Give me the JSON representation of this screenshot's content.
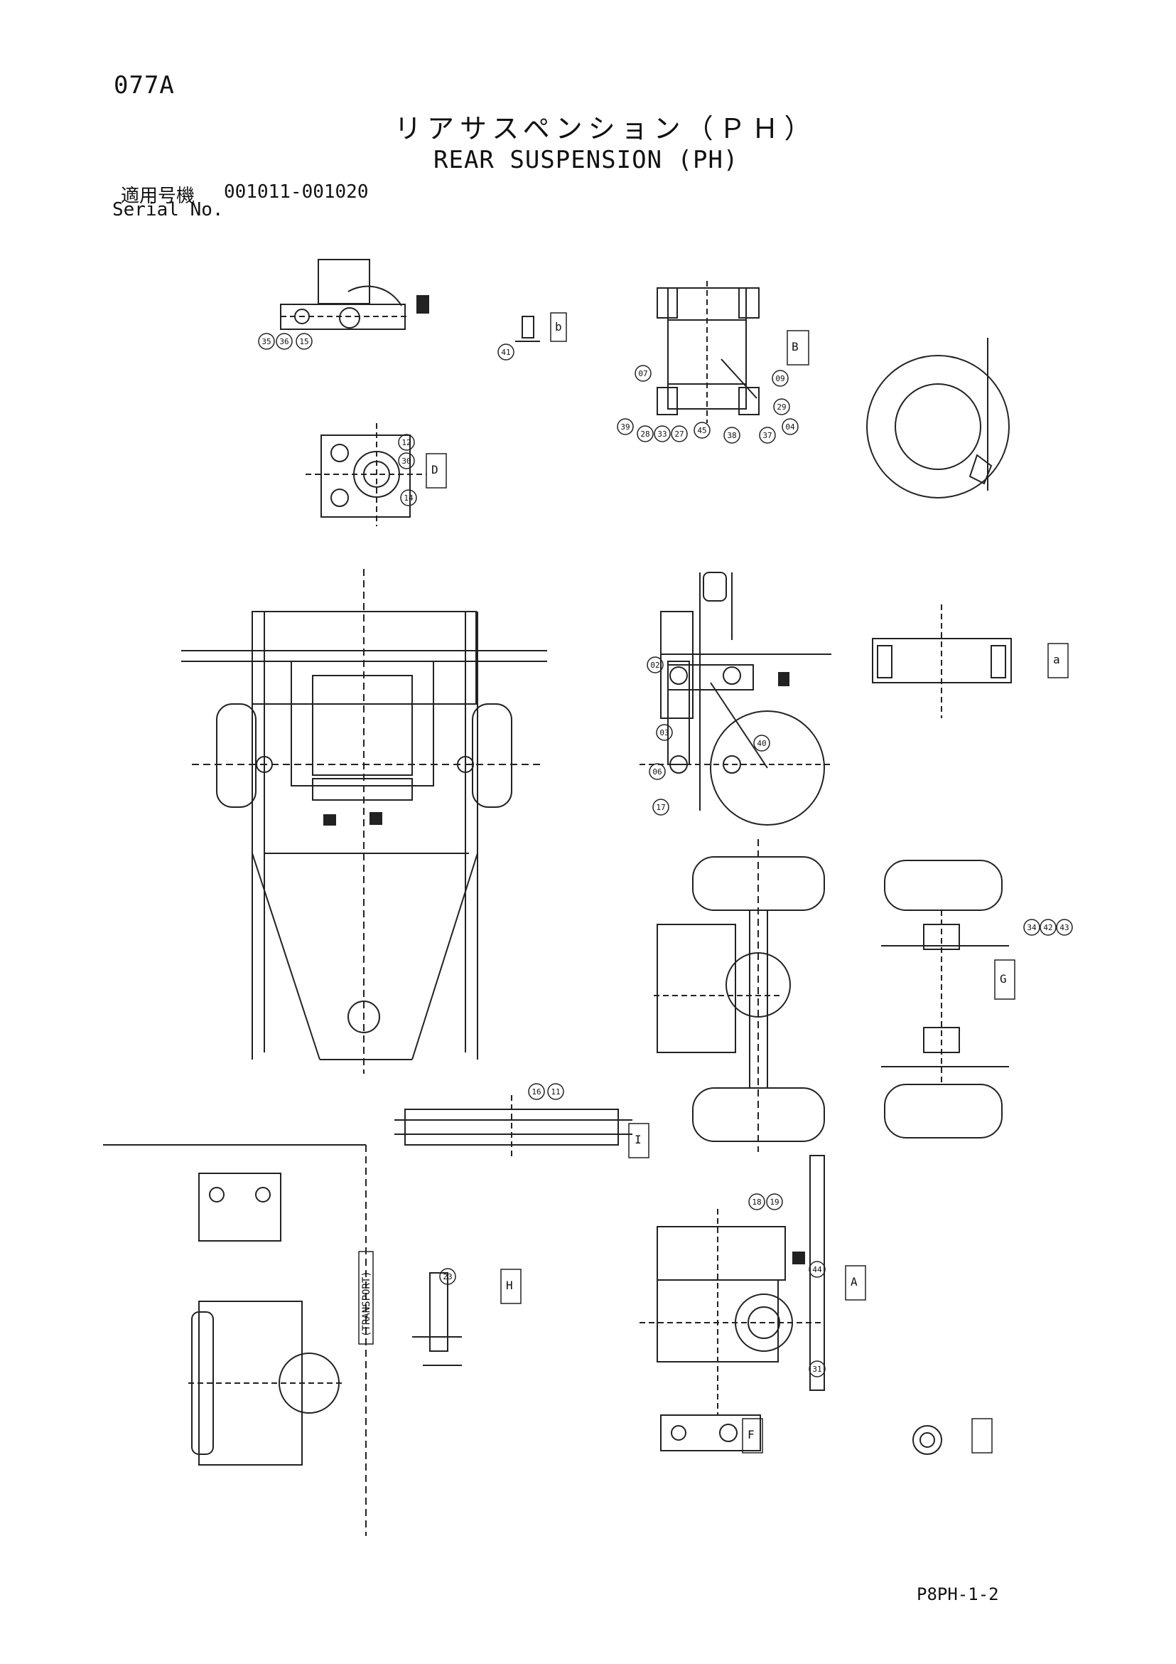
{
  "header": {
    "page_code": "077A",
    "title_jp": "リアサスペンション（ＰＨ）",
    "title_en": "REAR SUSPENSION (PH)",
    "serial_label_jp": "適用号機",
    "serial_range": "001011-001020",
    "serial_label_en": "Serial No."
  },
  "drawing": {
    "transport_label": "(TRANSPORT)",
    "section_tags": [
      "B",
      "b",
      "A",
      "D",
      "F",
      "G",
      "H",
      "I",
      "a"
    ],
    "part_callouts": [
      "35",
      "36",
      "15",
      "41",
      "07",
      "09",
      "39",
      "28",
      "33",
      "27",
      "45",
      "38",
      "37",
      "04",
      "29",
      "12",
      "30",
      "14",
      "02",
      "03",
      "06",
      "17",
      "40",
      "34",
      "42",
      "43",
      "16",
      "11",
      "23",
      "44",
      "31",
      "18",
      "19"
    ]
  },
  "footer": {
    "drawing_code": "P8PH-1-2"
  }
}
